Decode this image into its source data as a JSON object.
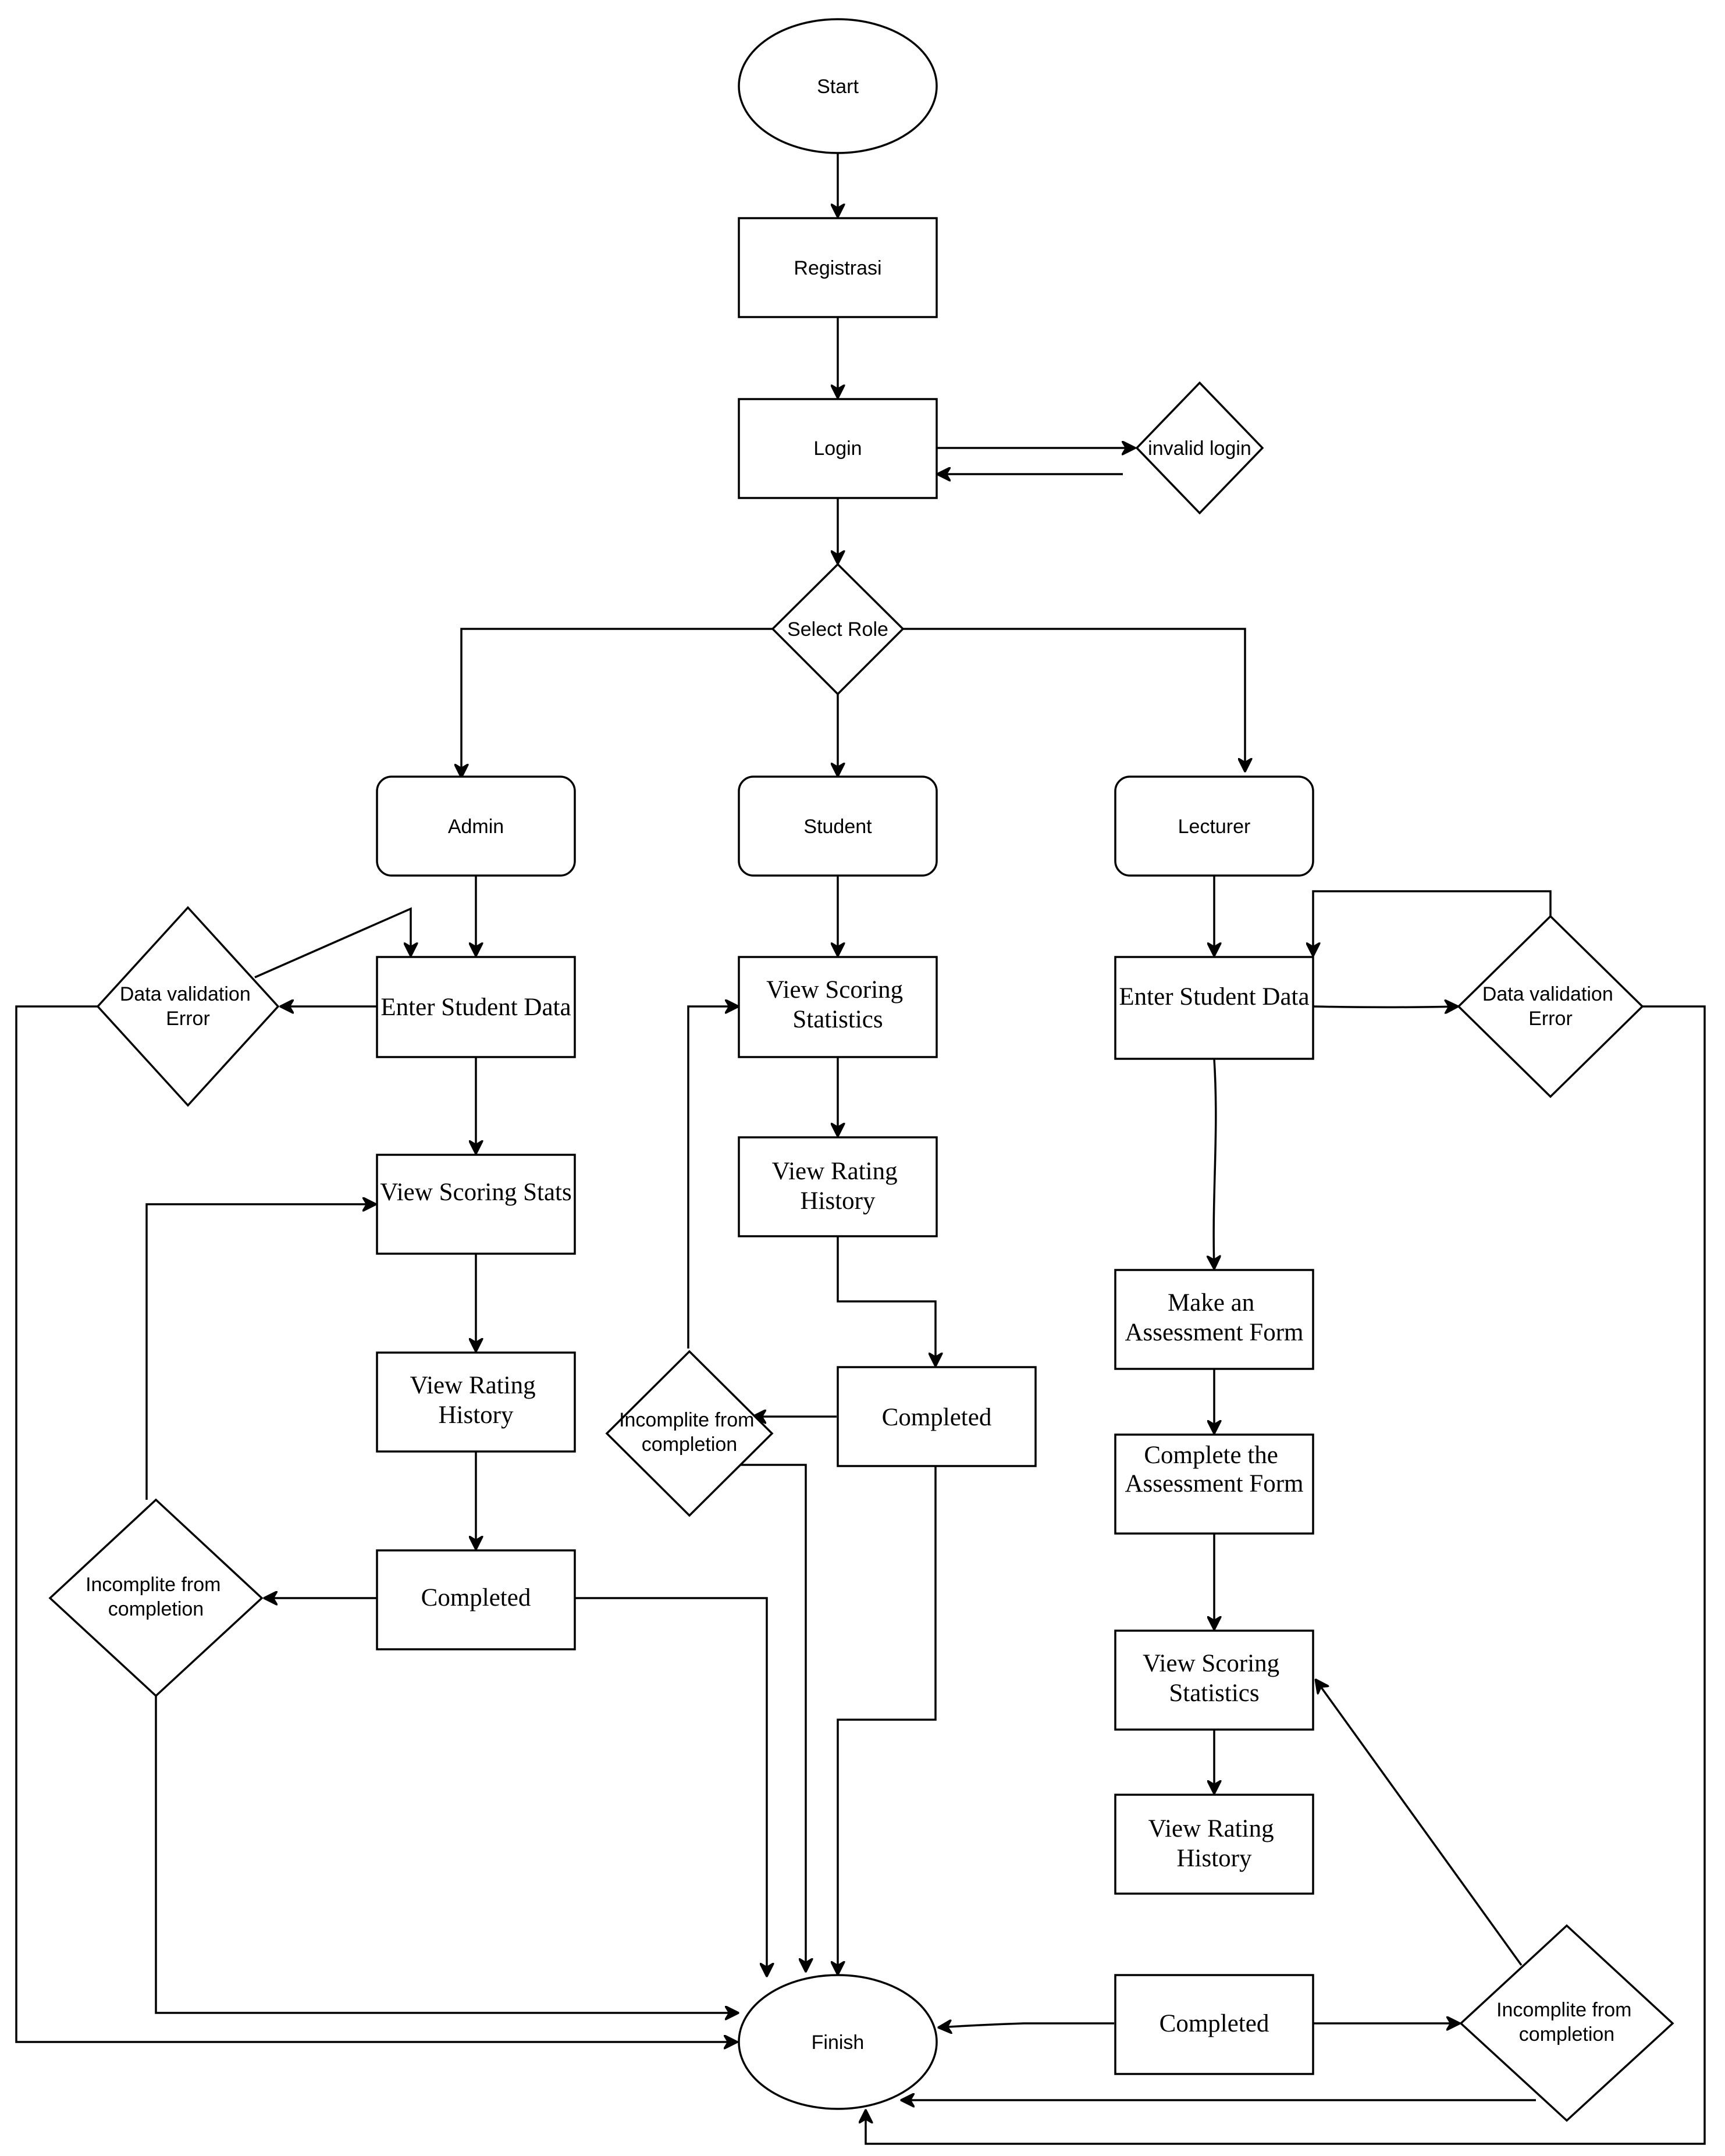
{
  "nodes": {
    "start": "Start",
    "registrasi": "Registrasi",
    "login": "Login",
    "invalid_login": "invalid login",
    "select_role": "Select Role",
    "admin": "Admin",
    "student": "Student",
    "lecturer": "Lecturer",
    "admin_enter_data": "Enter Student Data",
    "admin_validation_error": [
      "Data validation",
      "Error"
    ],
    "admin_scoring_stats": "View Scoring Stats",
    "admin_rating_history": [
      "View Rating",
      "History"
    ],
    "admin_completed": "Completed",
    "admin_incomplete": [
      "Incomplite from",
      "completion"
    ],
    "student_scoring_stats": [
      "View Scoring",
      "Statistics"
    ],
    "student_rating_history": [
      "View Rating",
      "History"
    ],
    "student_completed": "Completed",
    "student_incomplete": [
      "Incomplite from",
      "completion"
    ],
    "lecturer_enter_data": "Enter Student Data",
    "lecturer_validation_error": [
      "Data validation",
      "Error"
    ],
    "lecturer_make_form": [
      "Make an",
      "Assessment Form"
    ],
    "lecturer_complete_form": [
      "Complete the",
      "Assessment Form"
    ],
    "lecturer_scoring_stats": [
      "View Scoring",
      "Statistics"
    ],
    "lecturer_rating_history": [
      "View Rating",
      "History"
    ],
    "lecturer_completed": "Completed",
    "lecturer_incomplete": [
      "Incomplite from",
      "completion"
    ],
    "finish": "Finish"
  },
  "edges": [
    [
      "start",
      "registrasi"
    ],
    [
      "registrasi",
      "login"
    ],
    [
      "login",
      "invalid_login"
    ],
    [
      "invalid_login",
      "login"
    ],
    [
      "login",
      "select_role"
    ],
    [
      "select_role",
      "admin"
    ],
    [
      "select_role",
      "student"
    ],
    [
      "select_role",
      "lecturer"
    ],
    [
      "admin",
      "admin_enter_data"
    ],
    [
      "admin_enter_data",
      "admin_validation_error"
    ],
    [
      "admin_validation_error",
      "admin_enter_data"
    ],
    [
      "admin_validation_error",
      "finish"
    ],
    [
      "admin_enter_data",
      "admin_scoring_stats"
    ],
    [
      "admin_scoring_stats",
      "admin_rating_history"
    ],
    [
      "admin_rating_history",
      "admin_completed"
    ],
    [
      "admin_completed",
      "admin_incomplete"
    ],
    [
      "admin_incomplete",
      "admin_scoring_stats"
    ],
    [
      "admin_incomplete",
      "finish"
    ],
    [
      "admin_completed",
      "finish"
    ],
    [
      "student",
      "student_scoring_stats"
    ],
    [
      "student_scoring_stats",
      "student_rating_history"
    ],
    [
      "student_rating_history",
      "student_completed"
    ],
    [
      "student_completed",
      "student_incomplete"
    ],
    [
      "student_incomplete",
      "student_scoring_stats"
    ],
    [
      "student_incomplete",
      "finish"
    ],
    [
      "student_completed",
      "finish"
    ],
    [
      "lecturer",
      "lecturer_enter_data"
    ],
    [
      "lecturer_enter_data",
      "lecturer_validation_error"
    ],
    [
      "lecturer_validation_error",
      "lecturer_enter_data"
    ],
    [
      "lecturer_validation_error",
      "finish"
    ],
    [
      "lecturer_enter_data",
      "lecturer_make_form"
    ],
    [
      "lecturer_make_form",
      "lecturer_complete_form"
    ],
    [
      "lecturer_complete_form",
      "lecturer_scoring_stats"
    ],
    [
      "lecturer_scoring_stats",
      "lecturer_rating_history"
    ],
    [
      "lecturer_completed",
      "finish"
    ],
    [
      "lecturer_completed",
      "lecturer_incomplete"
    ],
    [
      "lecturer_incomplete",
      "lecturer_scoring_stats"
    ],
    [
      "lecturer_incomplete",
      "finish"
    ]
  ]
}
